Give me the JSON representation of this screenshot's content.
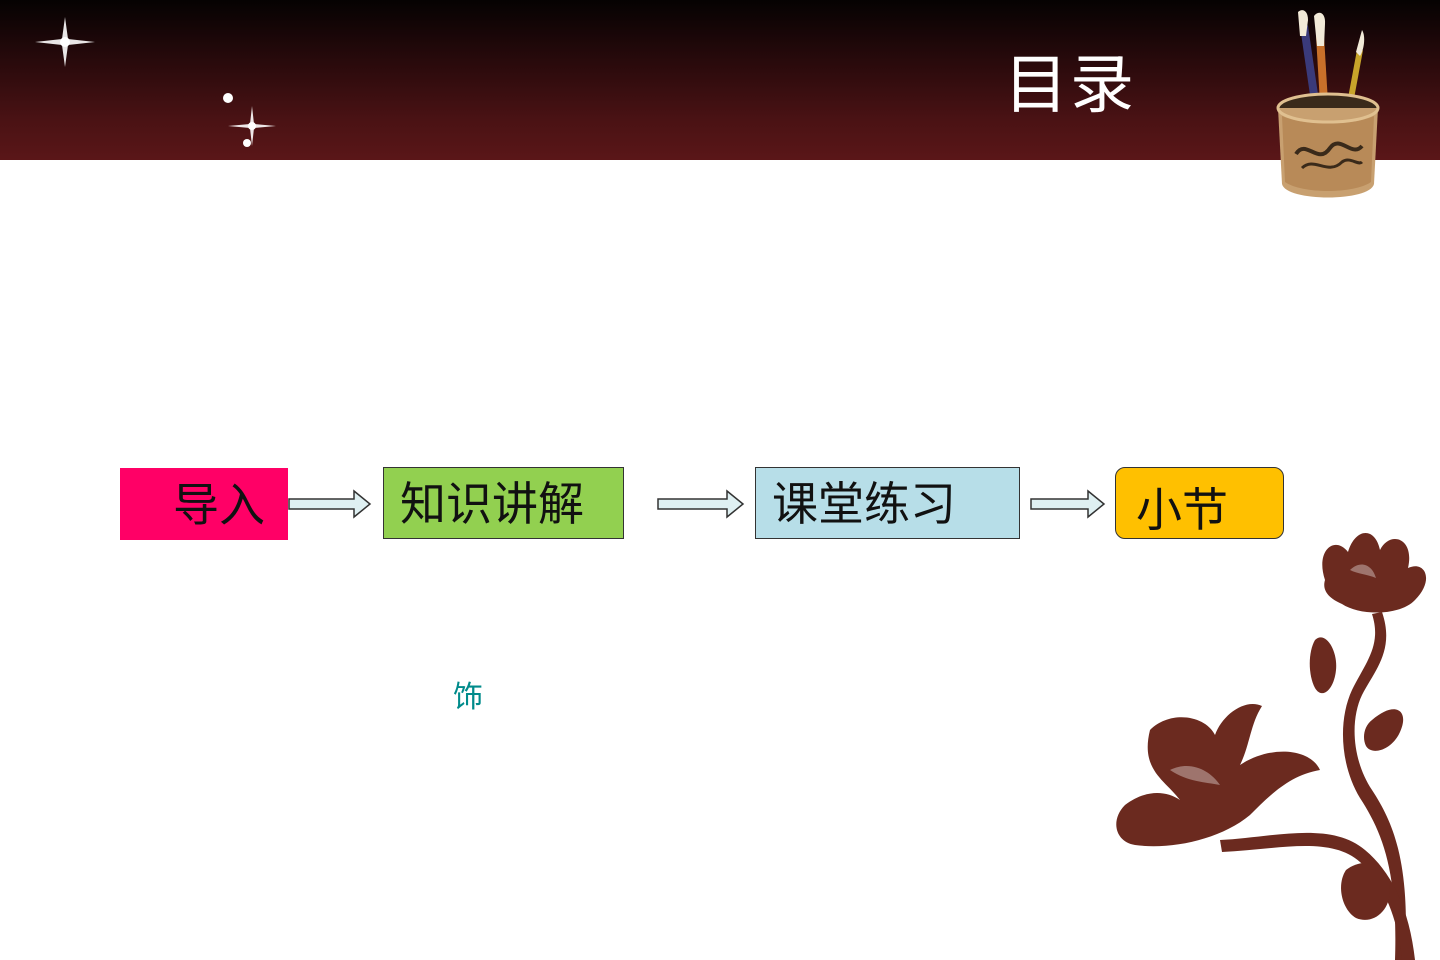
{
  "header": {
    "title": "目录"
  },
  "flow": {
    "steps": [
      {
        "label": "导入",
        "color": "#ff0066"
      },
      {
        "label": "知识讲解",
        "color": "#92d050"
      },
      {
        "label": "课堂练习",
        "color": "#b7dee8"
      },
      {
        "label": "小节",
        "color": "#ffc000"
      }
    ],
    "arrow_color": "#dff0f2"
  },
  "stray_text": "饰",
  "decor": {
    "header_color": "#5a1618",
    "flower_color": "#6b2a1f",
    "icons": [
      "sparkle-icon",
      "brush-cup-icon",
      "flower-vine-icon"
    ]
  }
}
